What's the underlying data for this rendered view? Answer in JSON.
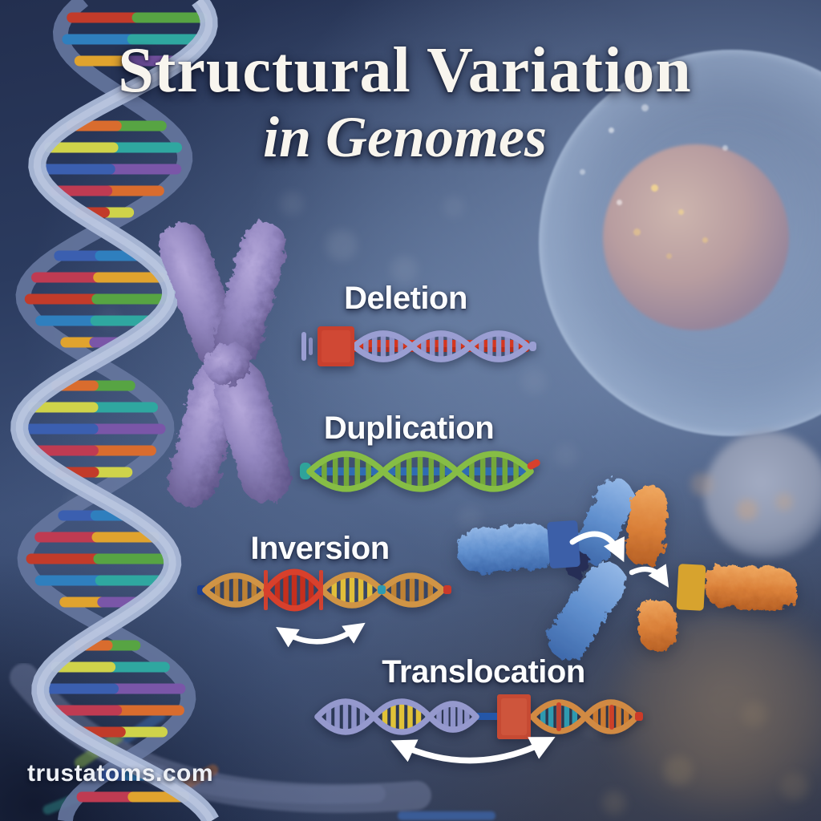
{
  "title": {
    "line1": "Structural Variation",
    "line2": "in Genomes"
  },
  "watermark": "trustatoms.com",
  "variants": [
    {
      "id": "deletion",
      "label": "Deletion"
    },
    {
      "id": "duplication",
      "label": "Duplication"
    },
    {
      "id": "inversion",
      "label": "Inversion"
    },
    {
      "id": "translocation",
      "label": "Translocation"
    }
  ],
  "colors": {
    "deletion_red": "#d5371f",
    "deletion_block": "#c8402e",
    "deletion_strand": "#9a9ed2",
    "duplication_green": "#86bd45",
    "duplication_blue": "#2f6cb3",
    "inversion_tan": "#d09445",
    "inversion_red": "#d8402c",
    "translocation_purple": "#9599cd",
    "translocation_orange": "#d18a43",
    "translocation_block": "#c64a33",
    "chromosome_purple": "#8f81b8",
    "chromosome_blue": "#6b93cc",
    "chromosome_orange": "#dd8746",
    "block_dark_blue": "#3c5fa8",
    "block_gold": "#d7a32e",
    "arrow_white": "#ffffff",
    "title_white": "#f8f5ee"
  },
  "dna_rung_colors": [
    "#c23b2a",
    "#2f7fbe",
    "#e0a32e",
    "#57a443",
    "#2fa7a0",
    "#7a56a8",
    "#d96c2e",
    "#cfd34a",
    "#3b5fb0",
    "#bf3b52"
  ]
}
